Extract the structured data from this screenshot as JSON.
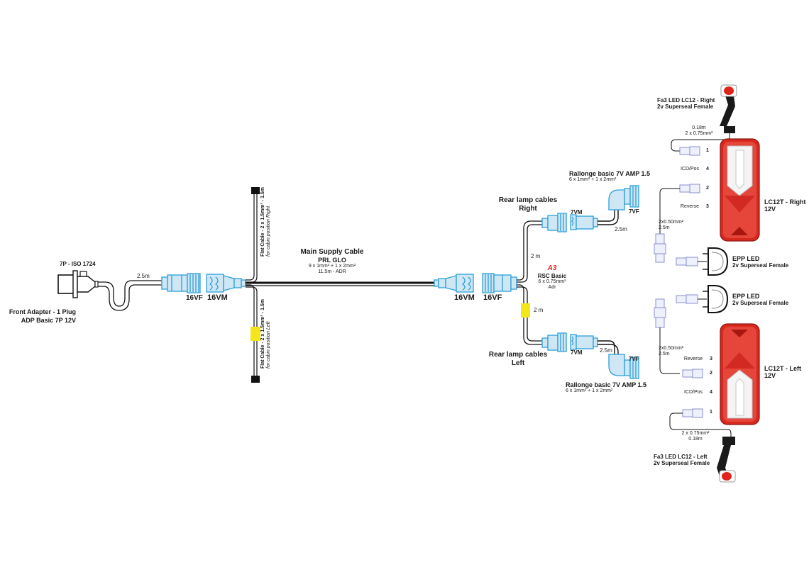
{
  "diagram": {
    "front_adapter": {
      "plug_label": "7P - ISO 1724",
      "title": "Front Adapter - 1 Plug",
      "subtitle": "ADP Basic 7P 12V",
      "cable_length": "2.5m"
    },
    "front_connectors": {
      "female": "16VF",
      "male": "16VM"
    },
    "flat_cable_right": {
      "spec": "Flat Cable - 2 x 1.5mm² - 1.5m",
      "note": "for cabin position Right"
    },
    "flat_cable_left": {
      "spec": "Flat Cable - 2 x 1.5mm² - 1.5m",
      "note": "for cabin position Left"
    },
    "main_supply_cable": {
      "title": "Main Supply Cable",
      "model": "PRL GLO",
      "section": "9 x 1mm² + 1 x 2mm²",
      "length": "11.5m - ADR"
    },
    "rear_connectors": {
      "male": "16VM",
      "female": "16VF"
    },
    "rsc": {
      "code": "A3",
      "name": "RSC  Basic",
      "section": "6 x 0.75mm²",
      "note": "Adr",
      "branch_length_right": "2 m",
      "branch_length_left": "2 m"
    },
    "rear_lamp_right": {
      "title": "Rear lamp cables",
      "side": "Right",
      "male": "7VM",
      "female": "7VF",
      "extension_length": "2.5m",
      "extension_title": "Rallonge basic 7V AMP 1.5",
      "extension_section": "6 x 1mm² + 1 x 2mm²"
    },
    "rear_lamp_left": {
      "title": "Rear lamp cables",
      "side": "Left",
      "male": "7VM",
      "female": "7VF",
      "extension_length": "2.5m",
      "extension_title": "Rallonge basic 7V AMP 1.5",
      "extension_section": "6 x 1mm² + 1 x 2mm²"
    },
    "marker_right": {
      "title": "Fa3 LED LC12 - Right",
      "connector": "2v Superseal Female",
      "cable_length": "0.18m",
      "cable_section": "2 x 0.75mm²"
    },
    "marker_left": {
      "title": "Fa3 LED LC12 - Left",
      "connector": "2v Superseal Female",
      "cable_length": "0.18m",
      "cable_section": "2 x 0.75mm²"
    },
    "lamp_right": {
      "title": "LC12T - Right",
      "voltage": "12V",
      "pins": [
        {
          "num": "1",
          "label": ""
        },
        {
          "num": "4",
          "label": "ICD/Pos"
        },
        {
          "num": "2",
          "label": ""
        },
        {
          "num": "3",
          "label": "Reverse"
        }
      ],
      "aux_cable_section": "2x0.50mm²",
      "aux_cable_length": "2.5m"
    },
    "lamp_left": {
      "title": "LC12T - Left",
      "voltage": "12V",
      "pins": [
        {
          "num": "3",
          "label": "Reverse"
        },
        {
          "num": "2",
          "label": ""
        },
        {
          "num": "4",
          "label": "ICD/Pos"
        },
        {
          "num": "1",
          "label": ""
        }
      ],
      "aux_cable_section": "2x0.50mm²",
      "aux_cable_length": "2.5m"
    },
    "epp_1": {
      "title": "EPP LED",
      "connector": "2v Superseal Female"
    },
    "epp_2": {
      "title": "EPP LED",
      "connector": "2v Superseal Female"
    },
    "colors": {
      "connector_fill": "#cfe6f5",
      "connector_stroke": "#2b9fd9",
      "cable": "#1a1a1a",
      "marker_yellow": "#f5e61a",
      "lamp_red": "#d7281e",
      "accent_red": "#e0241b"
    }
  }
}
